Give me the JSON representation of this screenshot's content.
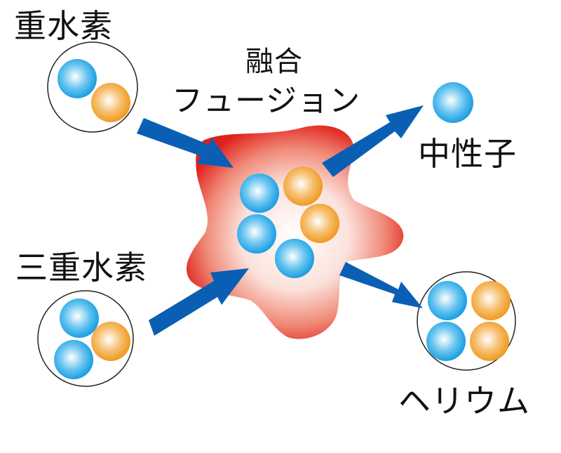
{
  "labels": {
    "deuterium": "重水素",
    "tritium": "三重水素",
    "fusion_line1": "融合",
    "fusion_line2": "フュージョン",
    "neutron": "中性子",
    "helium": "ヘリウム"
  },
  "particles": {
    "proton": {
      "name": "proton",
      "color": "#1a9fe3",
      "highlight": "#ffffff"
    },
    "neutron": {
      "name": "neutron",
      "color": "#f09a22",
      "highlight": "#ffffff"
    }
  },
  "colors": {
    "arrow": "#0a5fb4",
    "blob_edge": "#e0201a",
    "blob_center": "#ffffff",
    "outline": "#222222"
  },
  "nodes": [
    {
      "id": "deuterium",
      "particles": [
        "proton",
        "neutron"
      ]
    },
    {
      "id": "tritium",
      "particles": [
        "proton",
        "proton",
        "neutron"
      ]
    },
    {
      "id": "fusion",
      "particles": [
        "proton",
        "proton",
        "neutron",
        "neutron",
        "proton"
      ]
    },
    {
      "id": "neutron",
      "particles": [
        "proton"
      ]
    },
    {
      "id": "helium",
      "particles": [
        "proton",
        "neutron",
        "proton",
        "neutron"
      ]
    }
  ],
  "edges": [
    {
      "from": "deuterium",
      "to": "fusion"
    },
    {
      "from": "tritium",
      "to": "fusion"
    },
    {
      "from": "fusion",
      "to": "neutron"
    },
    {
      "from": "fusion",
      "to": "helium"
    }
  ]
}
